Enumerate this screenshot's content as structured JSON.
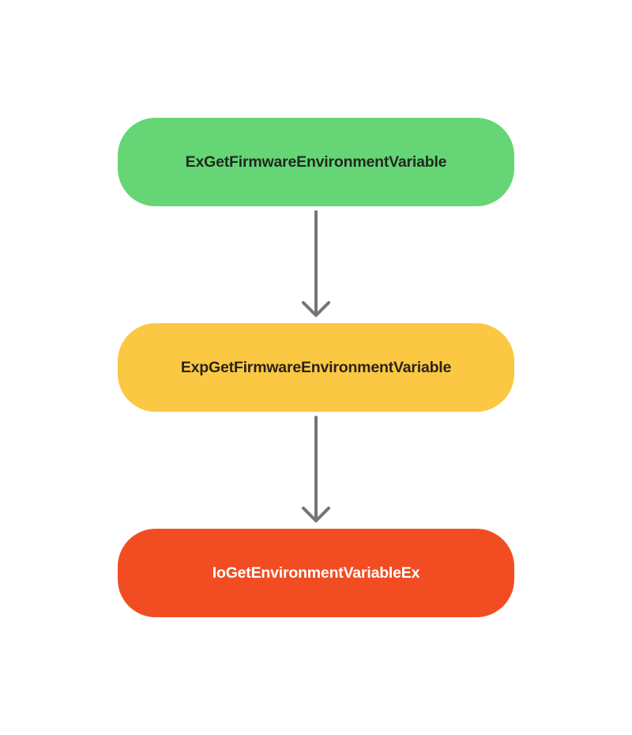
{
  "nodes": [
    {
      "label": "ExGetFirmwareEnvironmentVariable",
      "fill": "#66d575",
      "text_color": "#1f2a1f"
    },
    {
      "label": "ExpGetFirmwareEnvironmentVariable",
      "fill": "#fbc843",
      "text_color": "#2a2318"
    },
    {
      "label": "IoGetEnvironmentVariableEx",
      "fill": "#f24c22",
      "text_color": "#ffffff"
    }
  ],
  "edges": [
    {
      "from": "ExGetFirmwareEnvironmentVariable",
      "to": "ExpGetFirmwareEnvironmentVariable"
    },
    {
      "from": "ExpGetFirmwareEnvironmentVariable",
      "to": "IoGetEnvironmentVariableEx"
    }
  ],
  "arrow_color": "#757575",
  "background": "#ffffff"
}
